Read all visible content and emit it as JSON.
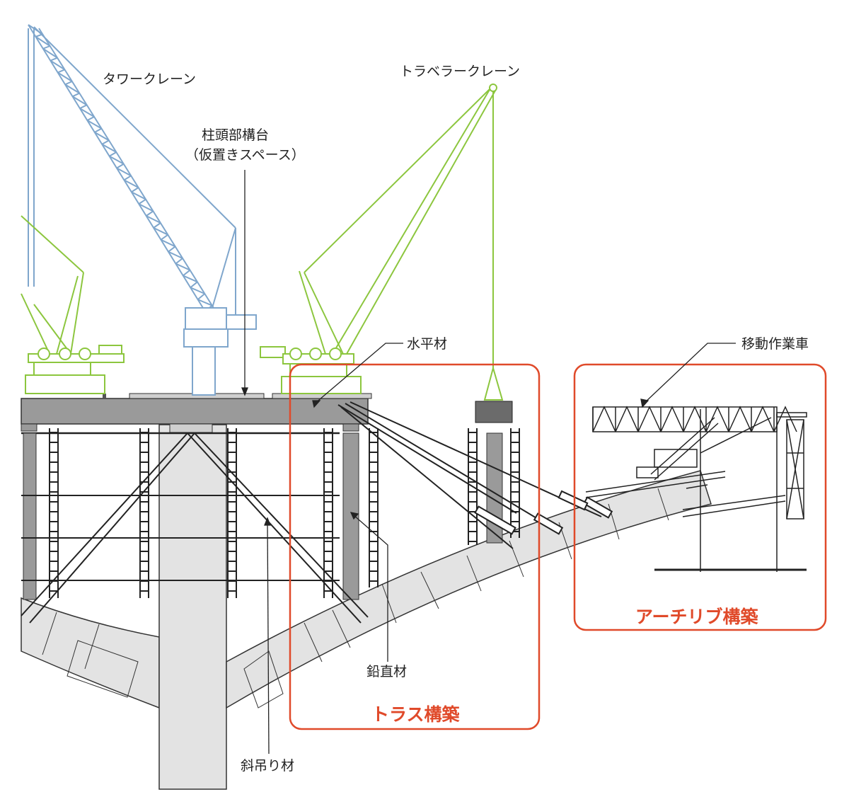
{
  "labels": {
    "tower_crane": "タワークレーン",
    "traveler_crane": "トラベラークレーン",
    "pier_head_line1": "柱頭部構台",
    "pier_head_line2": "（仮置きスペース）",
    "horizontal_member": "水平材",
    "moving_work_vehicle": "移動作業車",
    "vertical_member": "鉛直材",
    "diagonal_hanger": "斜吊り材"
  },
  "sections": {
    "truss": "トラス構築",
    "arch_rib": "アーチリブ構築"
  },
  "colors": {
    "tower_crane": "#7fa6cc",
    "traveler_crane": "#8cc63e",
    "highlight": "#e04a2a",
    "concrete": "#e3e3e3",
    "deck": "#9a9a9a"
  }
}
